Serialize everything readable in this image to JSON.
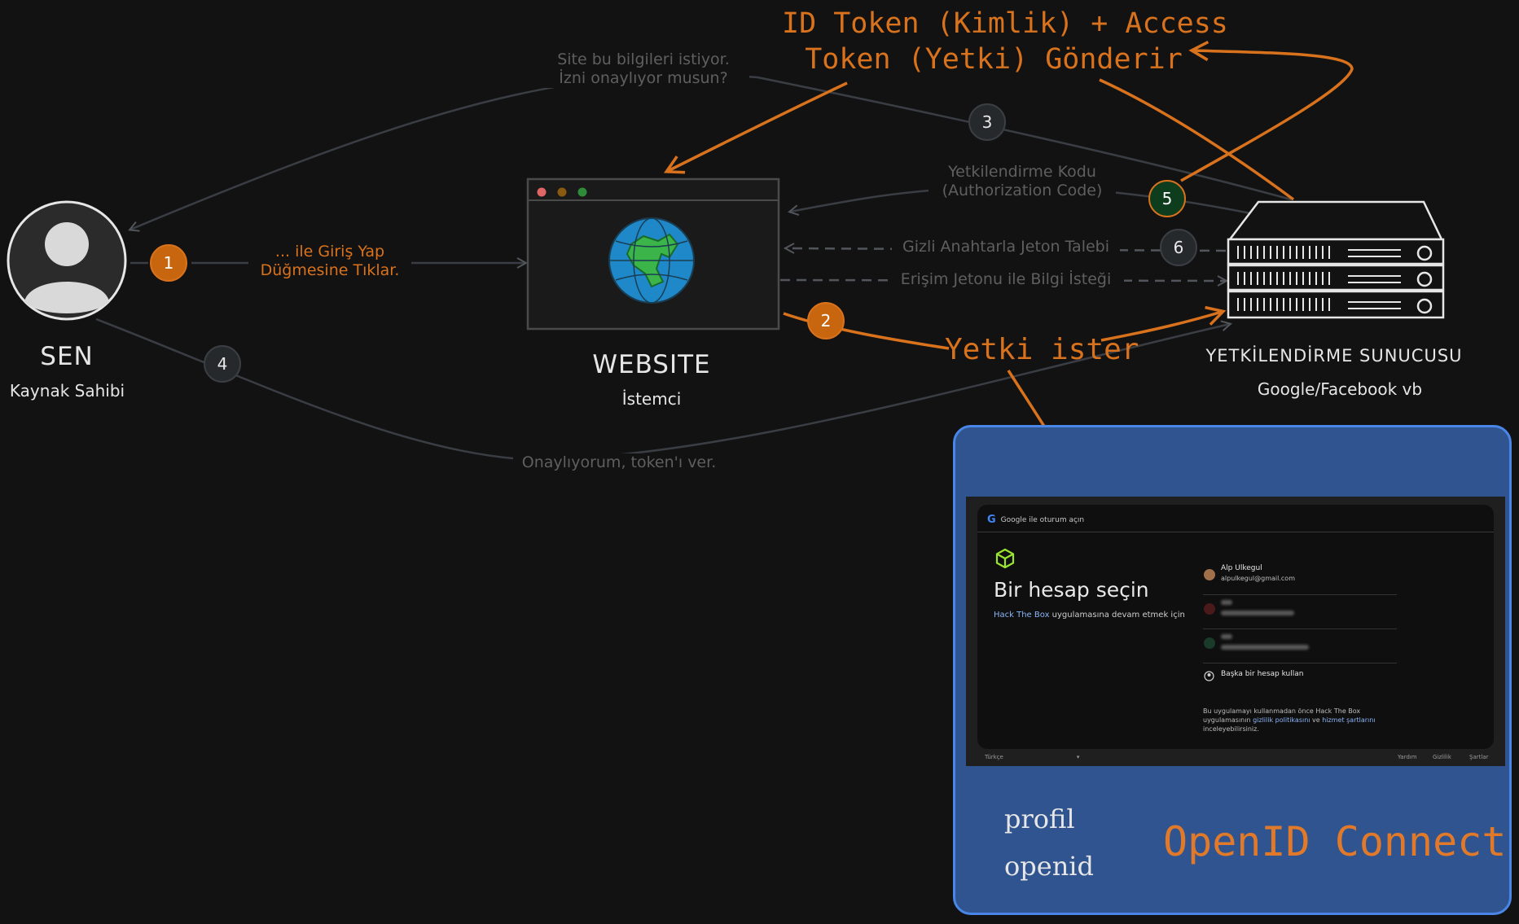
{
  "nodes": {
    "user": {
      "title": "SEN",
      "subtitle": "Kaynak Sahibi"
    },
    "client": {
      "title": "WEBSITE",
      "subtitle": "İstemci"
    },
    "server": {
      "title": "YETKİLENDİRME SUNUCUSU",
      "subtitle": "Google/Facebook vb"
    }
  },
  "steps": {
    "s1": "1",
    "s2": "2",
    "s3": "3",
    "s4": "4",
    "s5": "5",
    "s6": "6"
  },
  "labels": {
    "login_click": "... ile Giriş Yap\nDüğmesine Tıklar.",
    "consent_request": "Site bu bilgileri istiyor.\nİzni onaylıyor musun?",
    "auth_code": "Yetkilendirme Kodu\n(Authorization Code)",
    "token_request": "Gizli Anahtarla Jeton Talebi",
    "info_request": "Erişim Jetonu ile Bilgi İsteği",
    "approve": "Onaylıyorum, token'ı ver.",
    "tokens_sent": "ID Token (Kimlik) + Access\nToken (Yetki) Gönderir",
    "asks_auth": "Yetki ister"
  },
  "openid_panel": {
    "title": "OpenID Connect",
    "scopes": [
      "profil",
      "openid"
    ],
    "google": {
      "logo": "G",
      "header": "Google ile oturum açın",
      "heading": "Bir hesap seçin",
      "subtitle_link": "Hack The Box",
      "subtitle_rest": " uygulamasına devam etmek için",
      "account_name": "Alp Ulkegul",
      "account_email": "alpulkegul@gmail.com",
      "other_account": "Başka bir hesap kullan",
      "legal_1": "Bu uygulamayı kullanmadan önce Hack The Box uygulamasının ",
      "legal_link1": "gizlilik politikasını",
      "legal_2": " ve ",
      "legal_link2": "hizmet şartlarını",
      "legal_3": " inceleyebilirsiniz.",
      "footer_lang": "Türkçe",
      "footer_help": "Yardım",
      "footer_privacy": "Gizlilik",
      "footer_terms": "Şartlar"
    }
  },
  "colors": {
    "background": "#121212",
    "gray_line": "#3a3e44",
    "accent_orange": "#d9721c",
    "panel_blue": "#30548f",
    "panel_border": "#4a86e8",
    "step5_green": "#0d3d1c"
  }
}
